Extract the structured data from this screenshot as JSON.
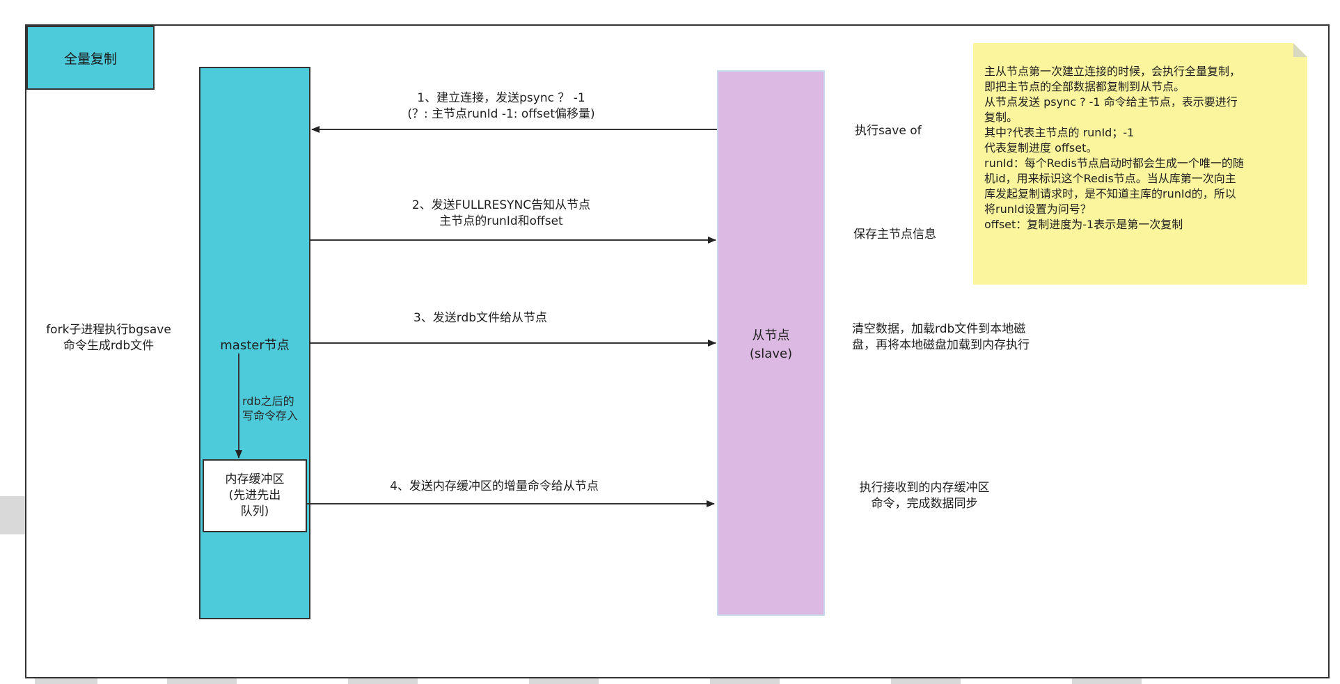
{
  "title": "全量复制",
  "master_label": "master节点",
  "buffer_label": "内存缓冲区\n(先进先出\n队列)",
  "slave_label": "从节点\n(slave)",
  "fork_label": "fork子进程执行bgsave\n命令生成rdb文件",
  "rdb_write_label": "rdb之后的\n写命令存入",
  "steps": [
    {
      "text": "1、建立连接，发送psync ？ -1\n(？: 主节点runId  -1: offset偏移量)"
    },
    {
      "text": "2、发送FULLRESYNC告知从节点\n主节点的runId和offset"
    },
    {
      "text": "3、发送rdb文件给从节点"
    },
    {
      "text": "4、发送内存缓冲区的增量命令给从节点"
    }
  ],
  "slave_actions": [
    "执行save of",
    "保存主节点信息",
    "清空数据，加载rdb文件到本地磁\n盘，再将本地磁盘加载到内存执行",
    "执行接收到的内存缓冲区\n命令，完成数据同步"
  ],
  "note": "主从节点第一次建立连接的时候，会执行全量复制，\n即把主节点的全部数据都复制到从节点。\n从节点发送 psync ? -1 命令给主节点，表示要进行\n复制。\n其中?代表主节点的 runId；-1\n代表复制进度 offset。\nrunId：每个Redis节点启动时都会生成一个唯一的随\n机id，用来标识这个Redis节点。当从库第一次向主\n库发起复制请求时，是不知道主库的runId的，所以\n将runId设置为问号？\noffset：复制进度为-1表示是第一次复制",
  "colors": {
    "master_fill": "#4ecbdb",
    "slave_fill": "#dcb9e2",
    "note_fill": "#fbf69e",
    "line": "#333333"
  }
}
